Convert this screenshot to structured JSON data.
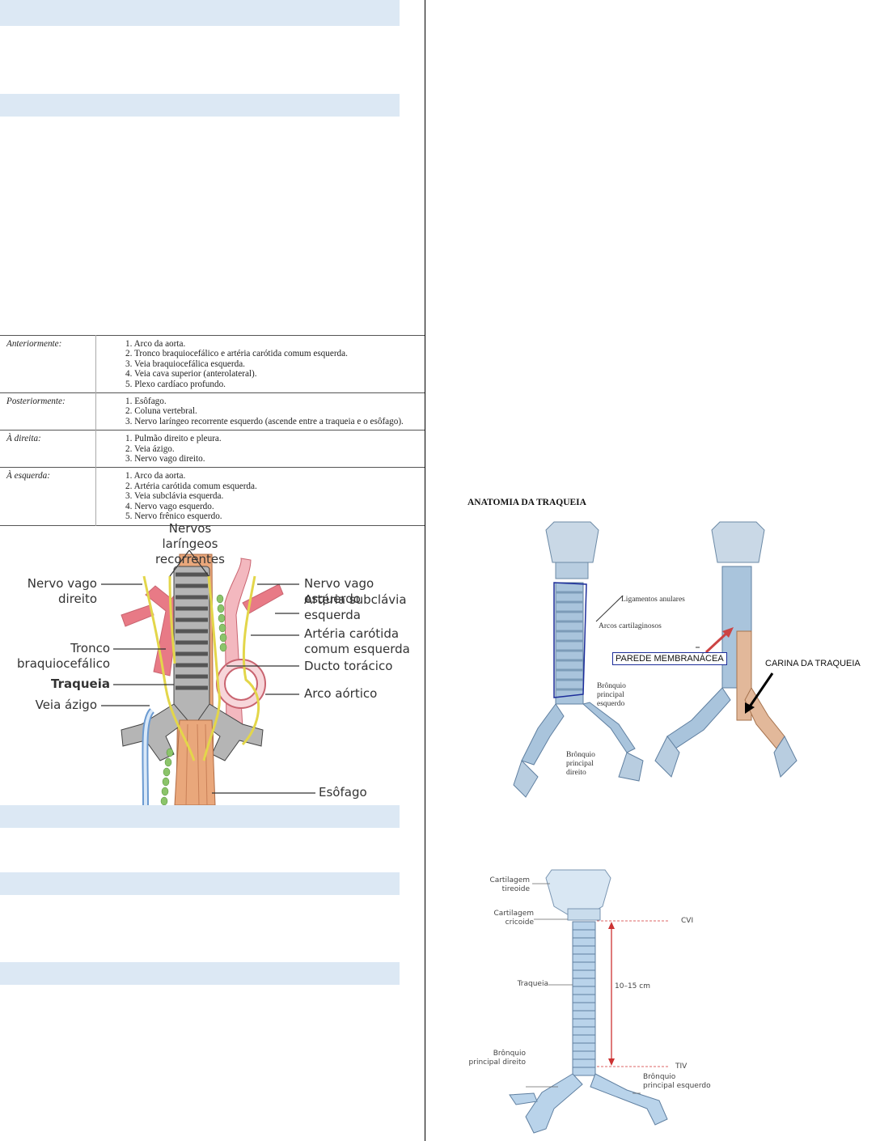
{
  "relations_table": [
    {
      "side": "Anteriormente:",
      "items": [
        "1. Arco da aorta.",
        "2. Tronco braquiocefálico e artéria carótida comum esquerda.",
        "3. Veia braquiocefálica esquerda.",
        "4. Veia cava superior (anterolateral).",
        "5. Plexo cardíaco profundo."
      ]
    },
    {
      "side": "Posteriormente:",
      "items": [
        "1. Esôfago.",
        "2. Coluna vertebral.",
        "3. Nervo laríngeo recorrente esquerdo (ascende entre a traqueia e o esôfago)."
      ]
    },
    {
      "side": "À direita:",
      "items": [
        "1. Pulmão direito e pleura.",
        "2. Veia ázigo.",
        "3. Nervo vago direito."
      ]
    },
    {
      "side": "À esquerda:",
      "items": [
        "1. Arco da aorta.",
        "2. Artéria carótida comum esquerda.",
        "3. Veia subclávia esquerda.",
        "4. Nervo vago esquerdo.",
        "5. Nervo frênico esquerdo."
      ]
    }
  ],
  "relations_diagram": {
    "top_label": "Nervos\nlaríngeos recorrentes",
    "nervo_vago_direito": "Nervo vago\ndireito",
    "tronco": "Tronco\nbraquiocefálico",
    "traqueia": "Traqueia",
    "veia_azigo": "Veia ázigo",
    "nervo_vago_esquerdo": "Nervo vago esquerdo",
    "arteria_subclavia": "Artéria subclávia\nesquerda",
    "arteria_carotida": "Artéria carótida\ncomum esquerda",
    "ducto_toracico": "Ducto torácico",
    "arco_aortico": "Arco aórtico",
    "esofago": "Esôfago"
  },
  "anatomy_figure": {
    "title": "ANATOMIA DA TRAQUEIA",
    "ligamentos": "Ligamentos anulares",
    "arcos": "Arcos cartilaginosos",
    "parede": "PAREDE MEMBRANÁCEA",
    "carina": "CARINA DA TRAQUEIA",
    "bronquio_esquerdo": "Brônquio\nprincipal\nesquerdo",
    "bronquio_direito": "Brônquio\nprincipal\ndireito"
  },
  "dimension_figure": {
    "cartilagem_tireoide": "Cartilagem\ntireoide",
    "cartilagem_cricoide": "Cartilagem\ncricoide",
    "traqueia": "Traqueia",
    "bronquio_direito": "Brônquio\nprincipal direito",
    "bronquio_esquerdo": "Brônquio\nprincipal esquerdo",
    "cvi": "CVI",
    "tiv": "TIV",
    "length": "10–15 cm"
  },
  "colors": {
    "band": "#dce8f4",
    "cartilage": "#a9c4dc",
    "artery": "#e87a86",
    "nerve": "#e3d64a",
    "esophagus": "#e9a77b"
  }
}
